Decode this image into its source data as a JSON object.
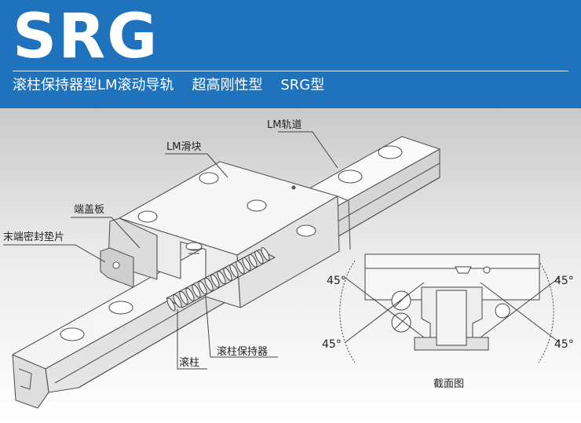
{
  "header": {
    "title": "SRG",
    "subtitle": "滚柱保持器型LM滚动导轨    超高刚性型    SRG型",
    "background": "#1f73bd"
  },
  "labels": {
    "lm_rail": "LM轨道",
    "lm_block": "LM滑块",
    "end_plate": "端盖板",
    "end_seal": "末端密封垫片",
    "roller_cage": "滚柱保持器",
    "roller": "滚柱",
    "cross_section": "截面图"
  },
  "angles": {
    "upper_left": "45°",
    "upper_right": "45°",
    "lower_left": "45°",
    "lower_right": "45°"
  }
}
